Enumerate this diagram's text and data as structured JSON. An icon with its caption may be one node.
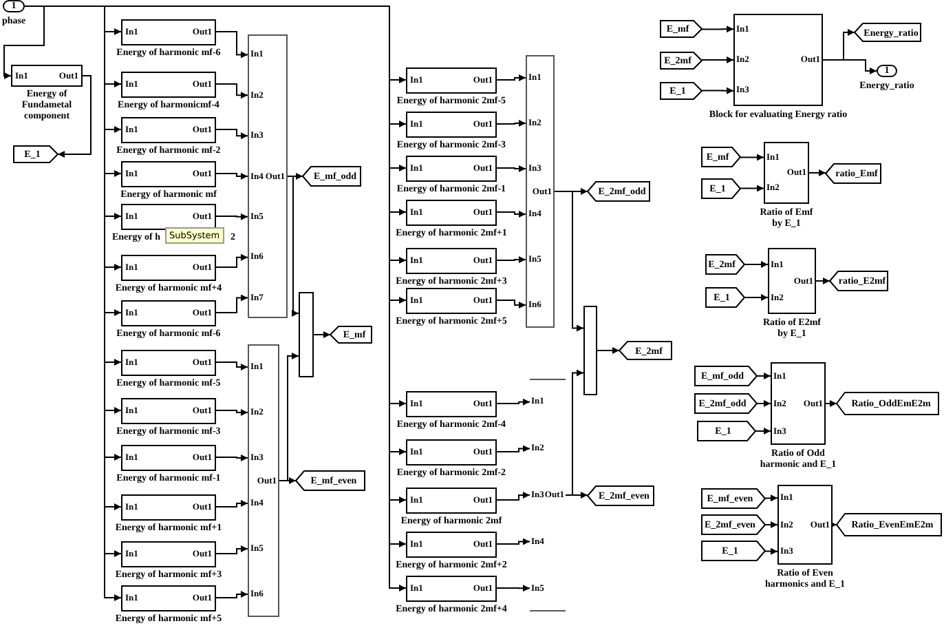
{
  "diagram": {
    "nodes": [
      {
        "text": [
          "1"
        ],
        "beside": [
          "phase"
        ]
      },
      {
        "text": [
          "In1",
          "Out1",
          "Energy of Fundametal component"
        ]
      },
      {
        "text": [
          "E_1"
        ]
      },
      {
        "text": [
          "In1",
          "Out1",
          "Energy of harmonic mf-6"
        ]
      },
      {
        "text": [
          "In1",
          "Out1",
          "Energy of harmonicmf-4"
        ]
      },
      {
        "text": [
          "In1",
          "Out1",
          "Energy of harmonic mf-2"
        ]
      },
      {
        "text": [
          "In1",
          "Out1",
          "Energy of harmonic mf"
        ]
      },
      {
        "text": [
          "In1",
          "Out1",
          "Energy of h",
          "2"
        ]
      },
      {
        "text": [
          "In1",
          "Out1",
          "Energy of harmonic mf+4"
        ]
      },
      {
        "text": [
          "In1",
          "Out1",
          "Energy of harmonic mf-6"
        ]
      },
      {
        "text": [
          "In1",
          "In2",
          "In3",
          "In4",
          "In5",
          "In6",
          "In7",
          "Out1"
        ]
      },
      {
        "text": [
          "E_mf_odd"
        ]
      },
      {
        "text": [],
        "shape": "bar"
      },
      {
        "text": [
          "E_mf"
        ]
      },
      {
        "text": [
          "In1",
          "Out1",
          "Energy of harmonic mf-5"
        ]
      },
      {
        "text": [
          "In1",
          "Out1",
          "Energy of harmonic mf-3"
        ]
      },
      {
        "text": [
          "In1",
          "Out1",
          "Energy of harmonic mf-1"
        ]
      },
      {
        "text": [
          "In1",
          "Out1",
          "Energy of harmonic mf+1"
        ]
      },
      {
        "text": [
          "In1",
          "Out1",
          "Energy of harmonic mf+3"
        ]
      },
      {
        "text": [
          "In1",
          "Out1",
          "Energy of harmonic mf+5"
        ]
      },
      {
        "text": [
          "In1",
          "In2",
          "In3",
          "In4",
          "In5",
          "In6",
          "Out1"
        ]
      },
      {
        "text": [
          "E_mf_even"
        ]
      },
      {
        "text": [
          "In1",
          "Out1",
          "Energy of harmonic 2mf-5"
        ]
      },
      {
        "text": [
          "In1",
          "Out1",
          "Energy of harmonic 2mf-3"
        ]
      },
      {
        "text": [
          "In1",
          "Out1",
          "Energy of harmonic 2mf-1"
        ]
      },
      {
        "text": [
          "In1",
          "Out1",
          "Energy of harmonic 2mf+1"
        ]
      },
      {
        "text": [
          "In1",
          "Out1",
          "Energy of harmonic 2mf+3"
        ]
      },
      {
        "text": [
          "In1",
          "Out1",
          "Energy of harmonic 2mf+5"
        ]
      },
      {
        "text": [
          "In1",
          "In2",
          "In3",
          "In4",
          "In5",
          "In6",
          "Out1"
        ]
      },
      {
        "text": [
          "E_2mf_odd"
        ]
      },
      {
        "text": [],
        "shape": "bar"
      },
      {
        "text": [
          "E_2mf"
        ]
      },
      {
        "text": [
          "In1",
          "Out1",
          "Energy of harmonic 2mf-4"
        ]
      },
      {
        "text": [
          "In1",
          "Out1",
          "Energy of harmonic 2mf-2"
        ]
      },
      {
        "text": [
          "In1",
          "Out1",
          "Energy of harmonic 2mf"
        ]
      },
      {
        "text": [
          "In1",
          "Out1",
          "Energy of harmonic 2mf+2"
        ]
      },
      {
        "text": [
          "In1",
          "Out1",
          "Energy of harmonic 2mf+4"
        ]
      },
      {
        "text": [
          "In1",
          "In2",
          "In3",
          "In4",
          "In5",
          "Out1"
        ]
      },
      {
        "text": [
          "E_2mf_even"
        ]
      },
      {
        "text": [
          "E_mf"
        ]
      },
      {
        "text": [
          "E_2mf"
        ]
      },
      {
        "text": [
          "E_1"
        ]
      },
      {
        "text": [
          "In1",
          "In2",
          "In3",
          "Out1",
          "Block for evaluating Energy ratio"
        ]
      },
      {
        "text": [
          "Energy_ratio"
        ]
      },
      {
        "text": [
          "1"
        ],
        "beside": [
          "Energy_ratio"
        ]
      },
      {
        "text": [
          "E_mf"
        ]
      },
      {
        "text": [
          "E_1"
        ]
      },
      {
        "text": [
          "In1",
          "In2",
          "Out1",
          "Ratio of Emf by E_1"
        ]
      },
      {
        "text": [
          "ratio_Emf"
        ]
      },
      {
        "text": [
          "E_2mf"
        ]
      },
      {
        "text": [
          "E_1"
        ]
      },
      {
        "text": [
          "In1",
          "In2",
          "Out1",
          "Ratio of E2mf by E_1"
        ]
      },
      {
        "text": [
          "ratio_E2mf"
        ]
      },
      {
        "text": [
          "E_mf_odd"
        ]
      },
      {
        "text": [
          "E_2mf_odd"
        ]
      },
      {
        "text": [
          "E_1"
        ]
      },
      {
        "text": [
          "In1",
          "In2",
          "In3",
          "Out1",
          "Ratio of Odd harmonic and E_1"
        ]
      },
      {
        "text": [
          "Ratio_OddEmE2m"
        ]
      },
      {
        "text": [
          "E_mf_even"
        ]
      },
      {
        "text": [
          "E_2mf_even"
        ]
      },
      {
        "text": [
          "E_1"
        ]
      },
      {
        "text": [
          "In1",
          "In2",
          "In3",
          "Out1",
          "Ratio of Even harmonics and E_1"
        ]
      },
      {
        "text": [
          "Ratio_EvenEmE2m"
        ]
      }
    ],
    "edges": [
      {
        "from": 0,
        "to": 1,
        "arrow": "to"
      },
      {
        "from": 1,
        "to": 2,
        "arrow": "to"
      },
      {
        "from": 0,
        "to": 3,
        "arrow": "to"
      },
      {
        "from": 0,
        "to": 4,
        "arrow": "to"
      },
      {
        "from": 0,
        "to": 5,
        "arrow": "to"
      },
      {
        "from": 0,
        "to": 6,
        "arrow": "to"
      },
      {
        "from": 0,
        "to": 7,
        "arrow": "to"
      },
      {
        "from": 0,
        "to": 8,
        "arrow": "to"
      },
      {
        "from": 0,
        "to": 9,
        "arrow": "to"
      },
      {
        "from": 0,
        "to": 14,
        "arrow": "to"
      },
      {
        "from": 0,
        "to": 15,
        "arrow": "to"
      },
      {
        "from": 0,
        "to": 16,
        "arrow": "to"
      },
      {
        "from": 0,
        "to": 17,
        "arrow": "to"
      },
      {
        "from": 0,
        "to": 18,
        "arrow": "to"
      },
      {
        "from": 0,
        "to": 19,
        "arrow": "to"
      },
      {
        "from": 0,
        "to": 22,
        "arrow": "to"
      },
      {
        "from": 0,
        "to": 23,
        "arrow": "to"
      },
      {
        "from": 0,
        "to": 24,
        "arrow": "to"
      },
      {
        "from": 0,
        "to": 25,
        "arrow": "to"
      },
      {
        "from": 0,
        "to": 26,
        "arrow": "to"
      },
      {
        "from": 0,
        "to": 27,
        "arrow": "to"
      },
      {
        "from": 0,
        "to": 32,
        "arrow": "to"
      },
      {
        "from": 0,
        "to": 33,
        "arrow": "to"
      },
      {
        "from": 0,
        "to": 34,
        "arrow": "to"
      },
      {
        "from": 0,
        "to": 35,
        "arrow": "to"
      },
      {
        "from": 0,
        "to": 36,
        "arrow": "to"
      },
      {
        "from": 3,
        "to": 10,
        "arrow": "to"
      },
      {
        "from": 4,
        "to": 10,
        "arrow": "to"
      },
      {
        "from": 5,
        "to": 10,
        "arrow": "to"
      },
      {
        "from": 6,
        "to": 10,
        "arrow": "to"
      },
      {
        "from": 7,
        "to": 10,
        "arrow": "to"
      },
      {
        "from": 8,
        "to": 10,
        "arrow": "to"
      },
      {
        "from": 9,
        "to": 10,
        "arrow": "to"
      },
      {
        "from": 10,
        "to": 11,
        "arrow": "to"
      },
      {
        "from": 10,
        "to": 12,
        "arrow": "to"
      },
      {
        "from": 14,
        "to": 20,
        "arrow": "to"
      },
      {
        "from": 15,
        "to": 20,
        "arrow": "to"
      },
      {
        "from": 16,
        "to": 20,
        "arrow": "to"
      },
      {
        "from": 17,
        "to": 20,
        "arrow": "to"
      },
      {
        "from": 18,
        "to": 20,
        "arrow": "to"
      },
      {
        "from": 19,
        "to": 20,
        "arrow": "to"
      },
      {
        "from": 20,
        "to": 12,
        "arrow": "to"
      },
      {
        "from": 20,
        "to": 21,
        "arrow": "to"
      },
      {
        "from": 12,
        "to": 13,
        "arrow": "to"
      },
      {
        "from": 22,
        "to": 28,
        "arrow": "to"
      },
      {
        "from": 23,
        "to": 28,
        "arrow": "to"
      },
      {
        "from": 24,
        "to": 28,
        "arrow": "to"
      },
      {
        "from": 25,
        "to": 28,
        "arrow": "to"
      },
      {
        "from": 26,
        "to": 28,
        "arrow": "to"
      },
      {
        "from": 27,
        "to": 28,
        "arrow": "to"
      },
      {
        "from": 28,
        "to": 29,
        "arrow": "to"
      },
      {
        "from": 28,
        "to": 30,
        "arrow": "to"
      },
      {
        "from": 32,
        "to": 37,
        "arrow": "to"
      },
      {
        "from": 33,
        "to": 37,
        "arrow": "to"
      },
      {
        "from": 34,
        "to": 37,
        "arrow": "to"
      },
      {
        "from": 35,
        "to": 37,
        "arrow": "to"
      },
      {
        "from": 36,
        "to": 37,
        "arrow": "to"
      },
      {
        "from": 37,
        "to": 30,
        "arrow": "to"
      },
      {
        "from": 37,
        "to": 38,
        "arrow": "to"
      },
      {
        "from": 30,
        "to": 31,
        "arrow": "to"
      },
      {
        "from": 39,
        "to": 42,
        "arrow": "to"
      },
      {
        "from": 40,
        "to": 42,
        "arrow": "to"
      },
      {
        "from": 41,
        "to": 42,
        "arrow": "to"
      },
      {
        "from": 42,
        "to": 43,
        "arrow": "to"
      },
      {
        "from": 42,
        "to": 44,
        "arrow": "to"
      },
      {
        "from": 45,
        "to": 47,
        "arrow": "to"
      },
      {
        "from": 46,
        "to": 47,
        "arrow": "to"
      },
      {
        "from": 47,
        "to": 48,
        "arrow": "to"
      },
      {
        "from": 49,
        "to": 51,
        "arrow": "to"
      },
      {
        "from": 50,
        "to": 51,
        "arrow": "to"
      },
      {
        "from": 51,
        "to": 52,
        "arrow": "to"
      },
      {
        "from": 53,
        "to": 56,
        "arrow": "to"
      },
      {
        "from": 54,
        "to": 56,
        "arrow": "to"
      },
      {
        "from": 55,
        "to": 56,
        "arrow": "to"
      },
      {
        "from": 56,
        "to": 57,
        "arrow": "to"
      },
      {
        "from": 58,
        "to": 61,
        "arrow": "to"
      },
      {
        "from": 59,
        "to": 61,
        "arrow": "to"
      },
      {
        "from": 60,
        "to": 61,
        "arrow": "to"
      },
      {
        "from": 61,
        "to": 62,
        "arrow": "to"
      }
    ],
    "labels": [
      "SubSystem"
    ]
  }
}
